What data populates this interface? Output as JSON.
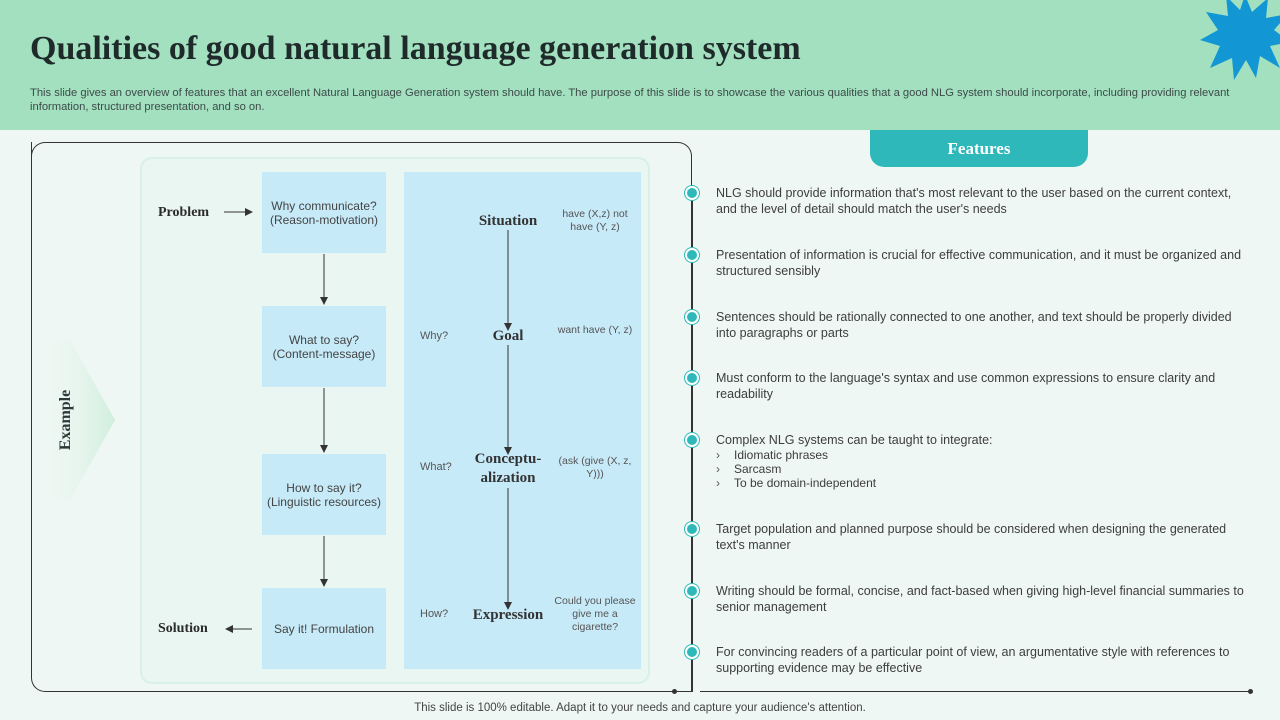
{
  "header": {
    "title": "Qualities of good natural language generation system",
    "subtitle": "This slide gives an overview of features that an excellent Natural Language Generation system should have. The purpose of this slide is to showcase the various qualities that a good NLG system should incorporate, including providing relevant information, structured presentation, and so on."
  },
  "example": {
    "label": "Example",
    "problem_label": "Problem",
    "solution_label": "Solution",
    "flow_boxes": [
      {
        "line1": "Why communicate?",
        "line2": "(Reason-motivation)"
      },
      {
        "line1": "What to say?",
        "line2": "(Content-message)"
      },
      {
        "line1": "How to say it?",
        "line2": "(Linguistic resources)"
      },
      {
        "line1": "Say it! Formulation",
        "line2": ""
      }
    ],
    "stages": [
      {
        "name": "Situation",
        "question": "",
        "example": "have (X,z) not have (Y, z)"
      },
      {
        "name": "Goal",
        "question": "Why?",
        "example": "want have (Y, z)"
      },
      {
        "name_line1": "Conceptu-",
        "name_line2": "alization",
        "question": "What?",
        "example": "(ask (give (X, z, Y)))"
      },
      {
        "name": "Expression",
        "question": "How?",
        "example": "Could you please give me a cigarette?"
      }
    ]
  },
  "features": {
    "tab_label": "Features",
    "items": [
      "NLG should provide information that's most relevant to the user based on the current context, and the level of detail should match the user's needs",
      "Presentation of information is crucial for effective communication, and it must be organized and structured sensibly",
      "Sentences should be rationally connected to one another, and text should be properly divided into paragraphs or parts",
      "Must conform to the language's syntax and use common expressions to ensure clarity and readability",
      "Complex NLG systems can be taught to integrate:",
      "Target population and planned purpose should be considered when designing the generated text's manner",
      "Writing should be formal, concise, and fact-based when giving high-level financial summaries to senior management",
      "For convincing readers of a particular point of view, an argumentative style with references to supporting evidence may be effective"
    ],
    "sub_bullet": "›",
    "sub_items": [
      "Idiomatic phrases",
      "Sarcasm",
      "To be domain-independent"
    ]
  },
  "footer": "This slide is 100% editable. Adapt it to your needs and capture your audience's attention.",
  "colors": {
    "header_bg": "#a2e0c0",
    "accent": "#2fb8ba",
    "box_fill": "#c7eaf8",
    "star": "#1296d4"
  }
}
